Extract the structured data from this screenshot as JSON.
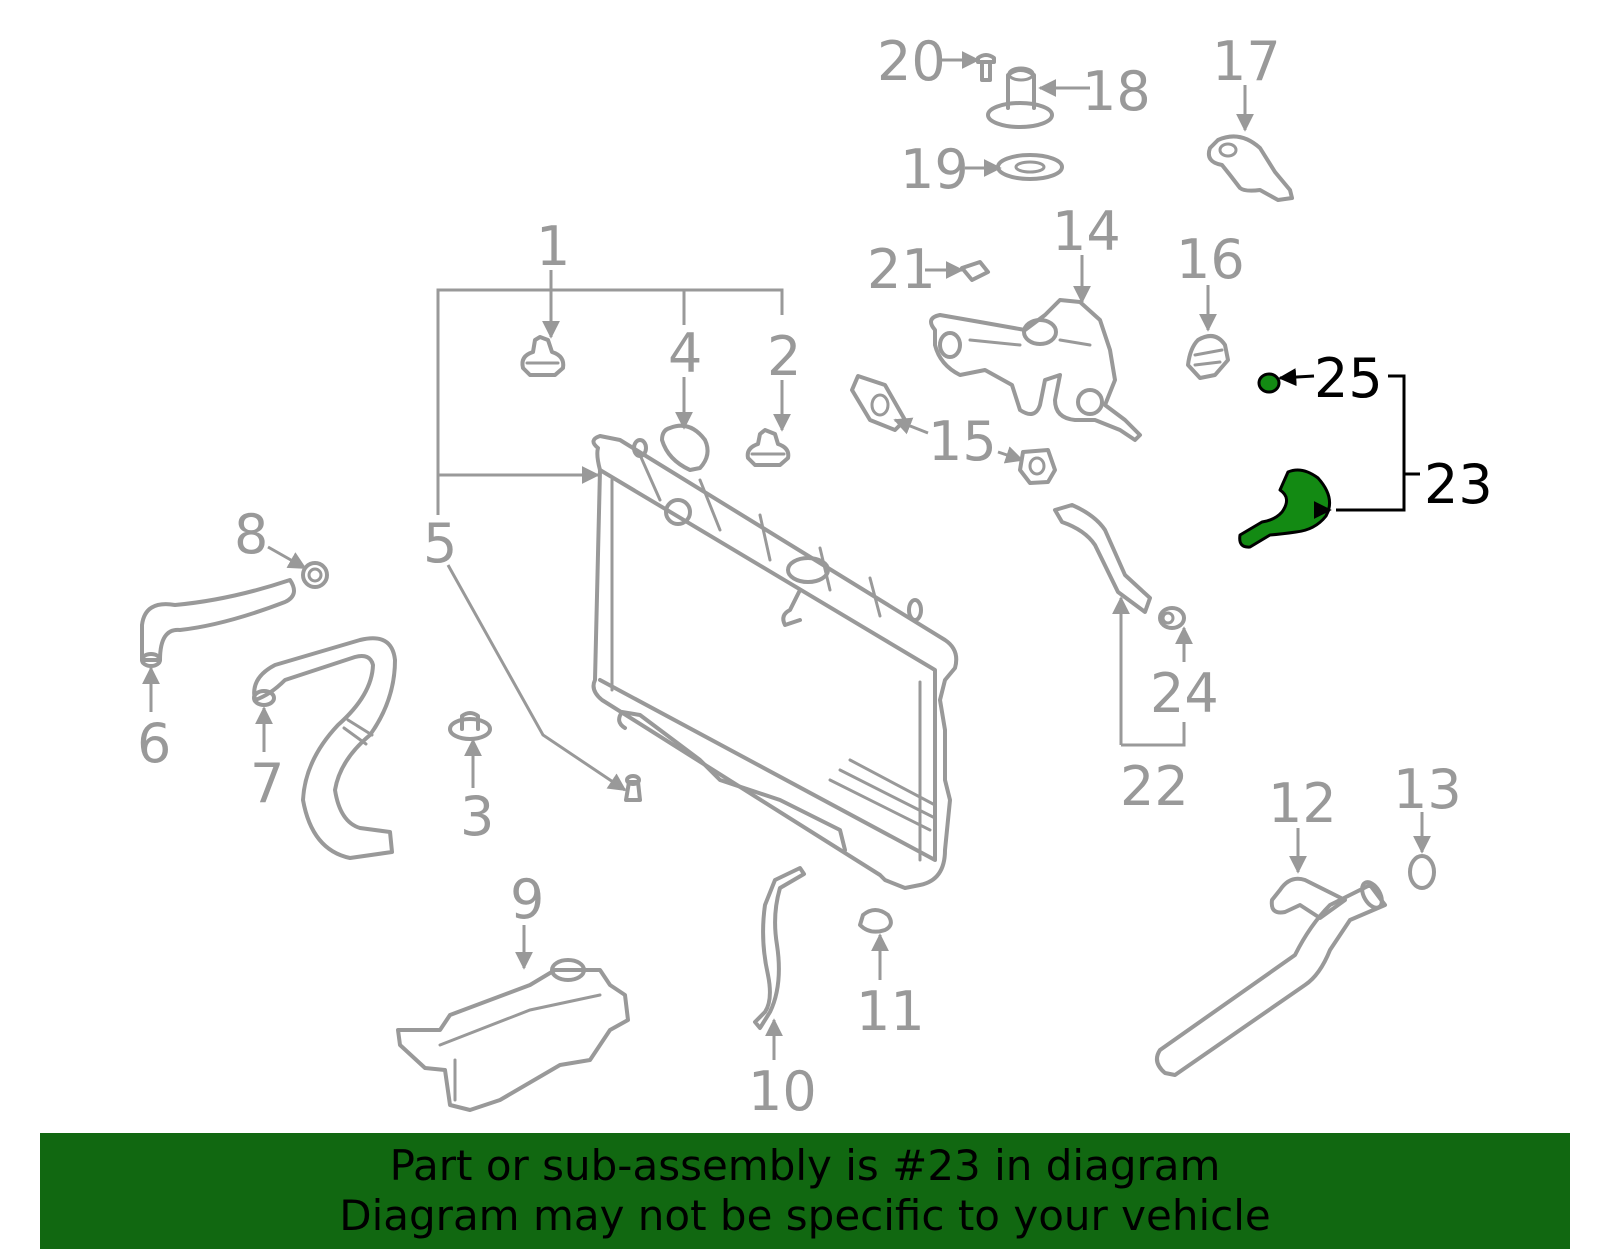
{
  "diagram": {
    "highlighted_part": "23",
    "highlight_color": "#138a13",
    "part_color": "#999999",
    "labels": {
      "p1": "1",
      "p2": "2",
      "p3": "3",
      "p4": "4",
      "p5": "5",
      "p6": "6",
      "p7": "7",
      "p8": "8",
      "p9": "9",
      "p10": "10",
      "p11": "11",
      "p12": "12",
      "p13": "13",
      "p14": "14",
      "p15": "15",
      "p16": "16",
      "p17": "17",
      "p18": "18",
      "p19": "19",
      "p20": "20",
      "p21": "21",
      "p22": "22",
      "p23": "23",
      "p24": "24",
      "p25": "25"
    }
  },
  "banner": {
    "background": "#116811",
    "line1": "Part or sub-assembly is #23 in diagram",
    "line2": "Diagram may not be specific to your vehicle"
  }
}
